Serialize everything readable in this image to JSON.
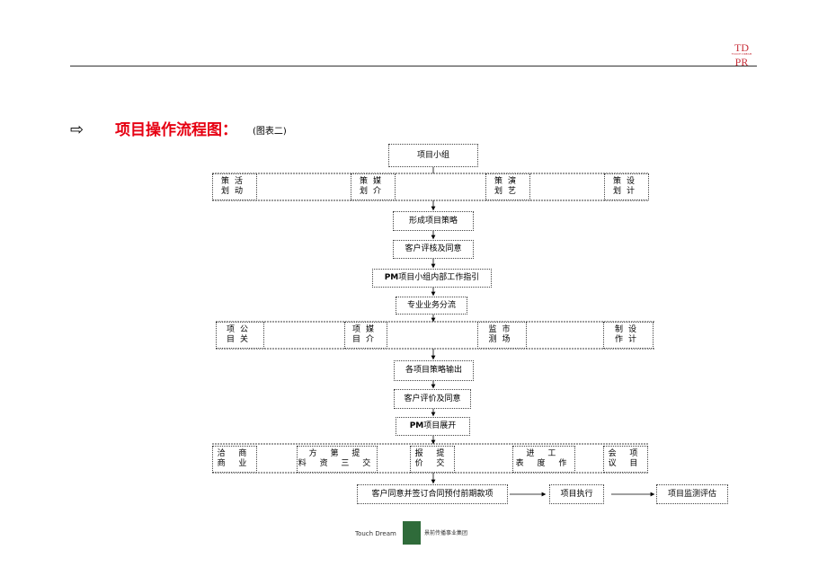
{
  "header": {
    "logo_top": "TD",
    "logo_bottom": "PR",
    "logo_small": "TOUCH DREAM"
  },
  "title": {
    "bullet": "⇨",
    "main": "项目操作流程图：",
    "sub": "(图表二)"
  },
  "flow": {
    "project_team": "项目小组",
    "row1": [
      {
        "a": "策",
        "b": "活",
        "c": "划",
        "d": "动"
      },
      {
        "a": "策",
        "b": "媒",
        "c": "划",
        "d": "介"
      },
      {
        "a": "策",
        "b": "演",
        "c": "划",
        "d": "艺"
      },
      {
        "a": "策",
        "b": "设",
        "c": "划",
        "d": "计"
      }
    ],
    "form_strategy": "形成项目策略",
    "client_review": "客户评核及同意",
    "pm_guide_prefix": "PM",
    "pm_guide_text": "项目小组内部工作指引",
    "dispatch": "专业业务分流",
    "row2": [
      {
        "a": "项",
        "b": "公",
        "c": "目",
        "d": "关"
      },
      {
        "a": "项",
        "b": "媒",
        "c": "目",
        "d": "介"
      },
      {
        "a": "监",
        "b": "市",
        "c": "测",
        "d": "场"
      },
      {
        "a": "制",
        "b": "设",
        "c": "作",
        "d": "计"
      }
    ],
    "strategy_output": "各项目策略输出",
    "client_eval": "客户评价及同意",
    "pm_expand_prefix": "PM",
    "pm_expand_text": "项目展开",
    "row3": [
      {
        "top": "洽 商",
        "bottom": "商 业"
      },
      {
        "top": "方 第 提",
        "bottom": "料 资 三 交"
      },
      {
        "top": "报 提",
        "bottom": "价 交"
      },
      {
        "top": "进 工",
        "bottom": "表 度 作"
      },
      {
        "top": "会 项",
        "bottom": "议 目"
      }
    ],
    "contract": "客户同意并签订合同预付前期款项",
    "execute": "项目执行",
    "monitor": "项目监测评估"
  },
  "footer": {
    "brand": "Touch Dream",
    "company": "景前传播事业集团"
  }
}
